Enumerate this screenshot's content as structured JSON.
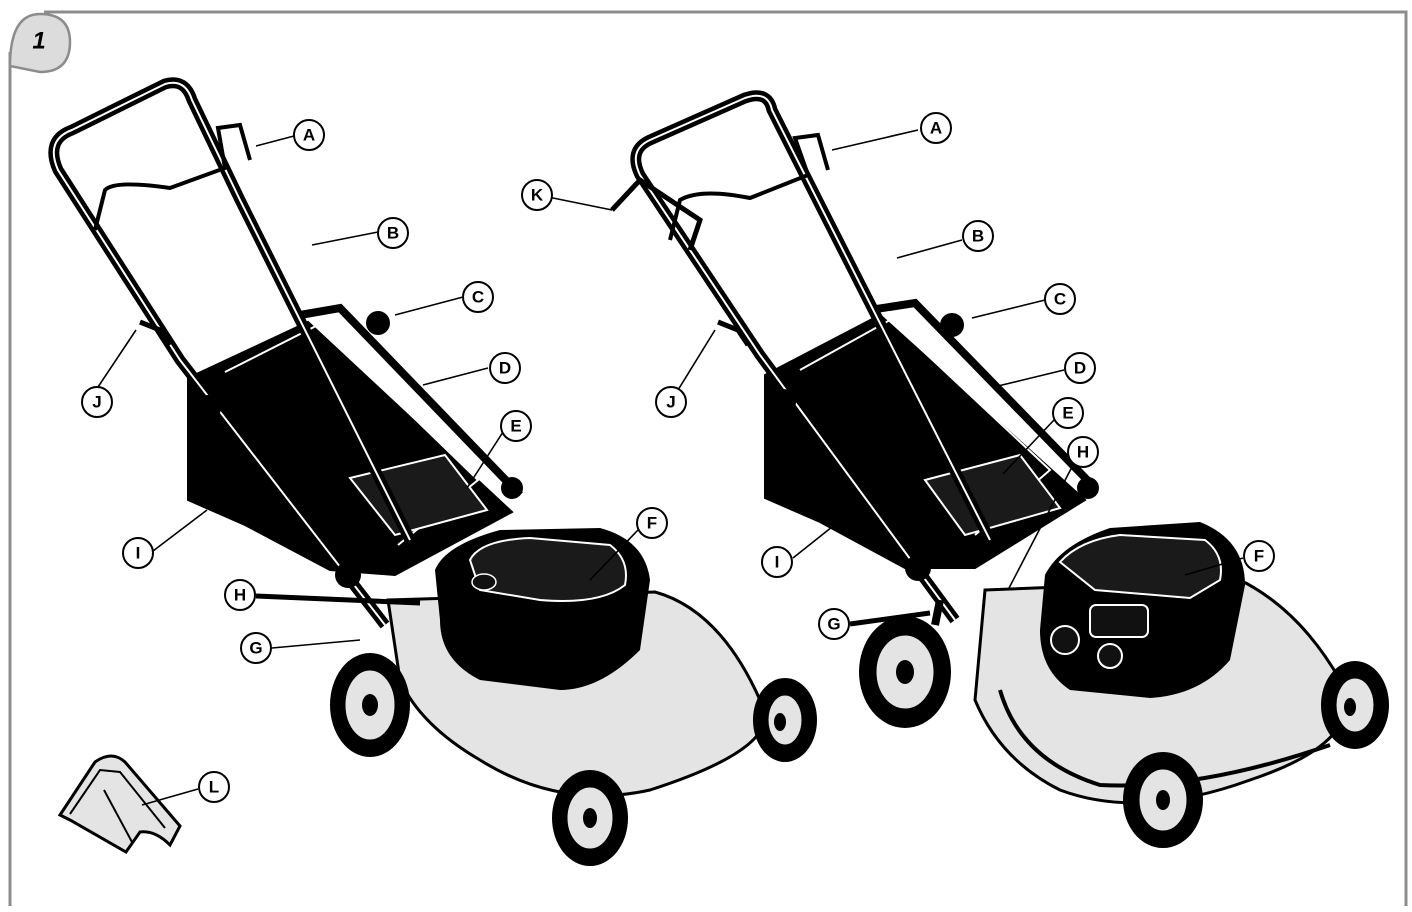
{
  "figure": {
    "number": "1",
    "colors": {
      "ink": "#000000",
      "deck": "#e4e4e4",
      "frame": "#8c8c8c",
      "badge": "#dcdcdc"
    }
  },
  "mower_left": {
    "callouts": {
      "A": "A",
      "B": "B",
      "C": "C",
      "D": "D",
      "E": "E",
      "F": "F",
      "G": "G",
      "H": "H",
      "I": "I",
      "J": "J"
    }
  },
  "mower_right": {
    "callouts": {
      "A": "A",
      "B": "B",
      "C": "C",
      "D": "D",
      "E": "E",
      "F": "F",
      "G": "G",
      "H": "H",
      "I": "I",
      "J": "J",
      "K": "K"
    }
  },
  "accessory": {
    "callouts": {
      "L": "L"
    }
  }
}
